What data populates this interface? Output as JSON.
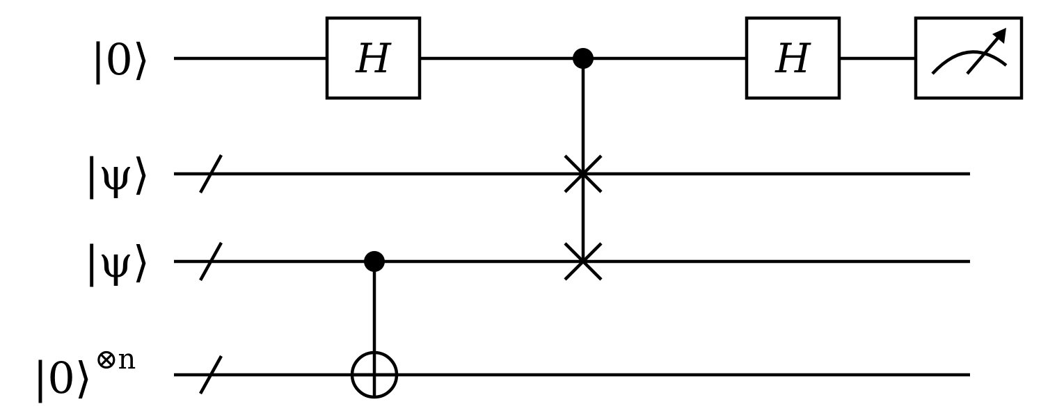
{
  "circuit": {
    "qubit_labels": [
      "|0⟩",
      "|ψ⟩",
      "|ψ⟩",
      "|0⟩"
    ],
    "last_label_superscript": "⊗n",
    "gate_h_1": "H",
    "gate_h_2": "H",
    "gates": [
      "H",
      "controlled-SWAP",
      "CNOT",
      "H",
      "measure"
    ]
  }
}
